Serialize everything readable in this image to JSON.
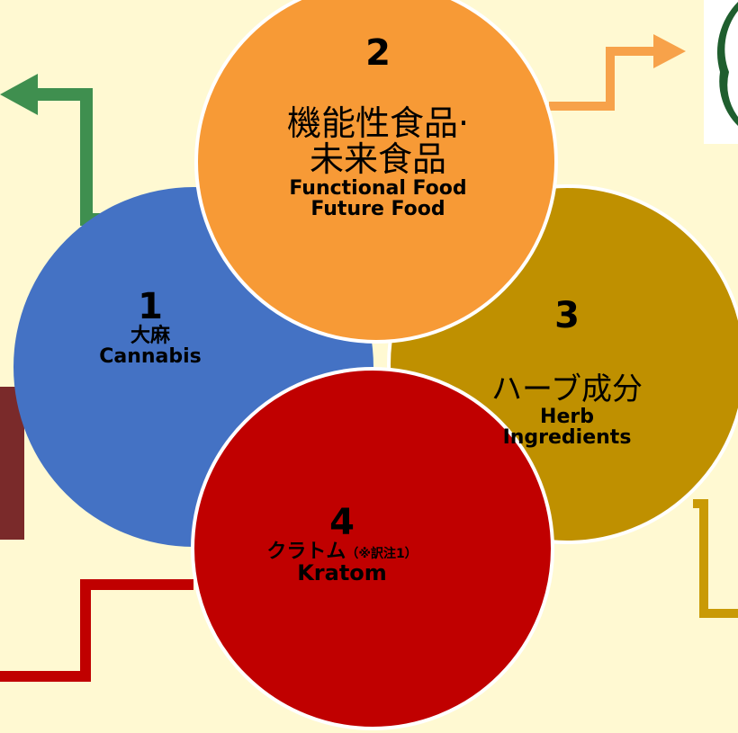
{
  "colors": {
    "background": "#fff9d2",
    "circle_cannabis": "#4472c4",
    "circle_functional": "#f79a36",
    "circle_herb": "#bf9000",
    "circle_kratom": "#c00000",
    "arrow_green": "#3f8f4f",
    "arrow_orange": "#f7a24a",
    "arrow_gold": "#c99a06",
    "arrow_red": "#c00000"
  },
  "diagram": {
    "cannabis": {
      "number": "1",
      "ja": "大麻",
      "en": "Cannabis"
    },
    "functional_food": {
      "number": "2",
      "ja_line1": "機能性食品·",
      "ja_line2": "未来食品",
      "en_line1": "Functional Food",
      "en_line2": "Future Food"
    },
    "herb": {
      "number": "3",
      "ja": "ハーブ成分",
      "en_line1": "Herb",
      "en_line2": "Ingredients"
    },
    "kratom": {
      "number": "4",
      "ja": "クラトム",
      "note": "（※訳注1）",
      "en": "Kratom"
    }
  }
}
